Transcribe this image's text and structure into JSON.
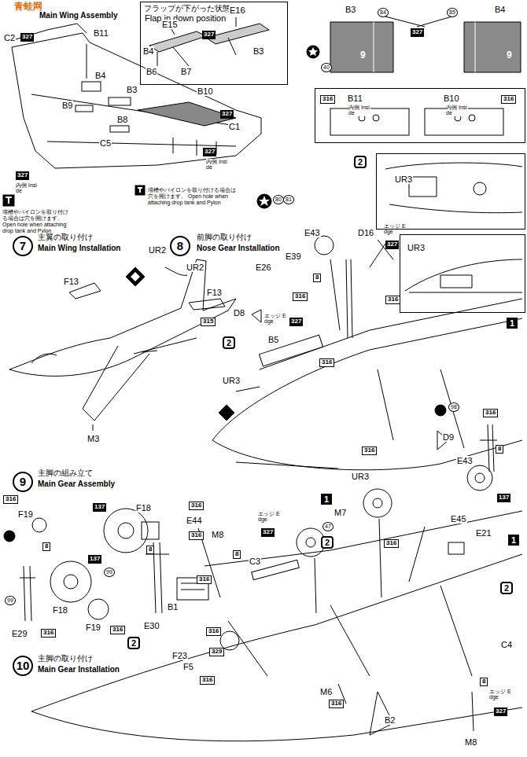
{
  "diagram": {
    "nodes": [
      {
        "text": [
          "フラップが下がった状態",
          "Flap in down position",
          "E16",
          "E15",
          "327",
          "B4",
          "B3",
          "B6",
          "B7"
        ]
      },
      {
        "text": [
          "316",
          "B11",
          "内側 Inside",
          "B10",
          "内側 Inside",
          "316"
        ]
      },
      {
        "text": [
          "UR3"
        ]
      },
      {
        "text": [
          "UR3"
        ]
      }
    ],
    "labels": [
      "青蛙网",
      "Main Wing Assembly",
      "C2",
      "327",
      "B11",
      "B4",
      "B9",
      "B3",
      "B8",
      "B10",
      "C5",
      "327",
      "C1",
      "327",
      "内側 Inside",
      "327",
      "内側 Inside",
      "増槽やパイロンを取り付ける場合は穴を開けます。 Open hole when attaching drop tank and Pylon",
      "増槽やパイロンを取り付ける場合は穴を開けます。 Open hole when attaching drop tank and Pylon",
      "80",
      "81",
      "B3",
      "84",
      "85",
      "B4",
      "327",
      "40",
      "9",
      "9",
      "7",
      "主翼の取り付け",
      "Main Wing Installation",
      "UR2",
      "UR2",
      "F13",
      "F13",
      "315",
      "M3",
      "8",
      "前脚の取り付け",
      "Nose Gear Installation",
      "E43",
      "D16",
      "エッジ Edge",
      "327",
      "E39",
      "E26",
      "8",
      "316",
      "316",
      "D8",
      "エッジ Edge",
      "327",
      "2",
      "B5",
      "316",
      "UR3",
      "316",
      "UR3",
      "D9",
      "98",
      "316",
      "8",
      "E43",
      "137",
      "1",
      "9",
      "主脚の組み立て",
      "Main Gear Assembly",
      "316",
      "F19",
      "137",
      "F18",
      "8",
      "316",
      "8",
      "137",
      "99",
      "316",
      "B1",
      "99",
      "316",
      "E29",
      "F18",
      "F19",
      "316",
      "E30",
      "E44",
      "316",
      "M8",
      "8",
      "C3",
      "エッジ Edge",
      "327",
      "1",
      "M7",
      "47",
      "2",
      "316",
      "E45",
      "E21",
      "1",
      "2",
      "C4",
      "316",
      "329",
      "F23",
      "2",
      "F5",
      "316",
      "10",
      "主脚の取り付け",
      "Main Gear Installation",
      "M6",
      "316",
      "B2",
      "8",
      "エッジ Edge",
      "327",
      "M8",
      "2"
    ]
  }
}
